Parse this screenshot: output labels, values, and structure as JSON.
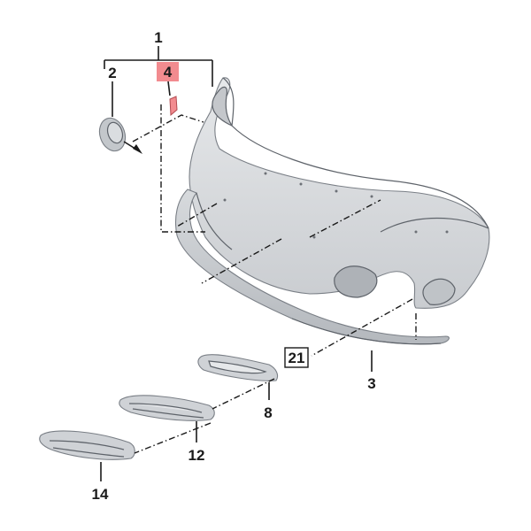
{
  "callouts": {
    "c1": "1",
    "c2": "2",
    "c3": "3",
    "c4": "4",
    "c8": "8",
    "c12": "12",
    "c14": "14",
    "c21": "21"
  },
  "colors": {
    "highlight": "#f28b8f",
    "part_fill": "#d9dcdf",
    "part_shadow": "#b9bdc2",
    "line": "#1a1a1a"
  }
}
